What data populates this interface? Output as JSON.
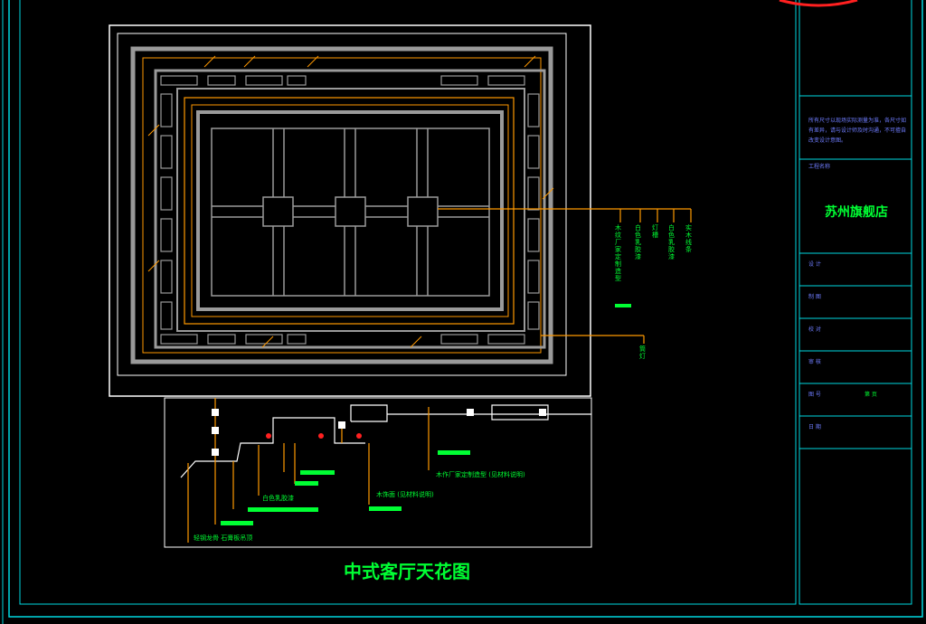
{
  "drawing_title": "中式客厅天花图",
  "title_block": {
    "notes": "所有尺寸以现场实际测量为准，各尺寸如有差异，请与设计师及时沟通，不可擅自改变设计意图。",
    "project_label": "工程名称",
    "project_name": "苏州旗舰店",
    "rows": [
      {
        "label": "设 计",
        "value": ""
      },
      {
        "label": "制 图",
        "value": ""
      },
      {
        "label": "校 对",
        "value": ""
      },
      {
        "label": "审 核",
        "value": ""
      },
      {
        "label": "图 号",
        "value": "第 页"
      },
      {
        "label": "日 期",
        "value": ""
      }
    ]
  },
  "callouts": {
    "vertical_labels": [
      "木纹厂家定制造型",
      "白色乳胶漆",
      "灯槽",
      "白色乳胶漆",
      "实木线条"
    ],
    "right_label": "筒灯",
    "section_labels": [
      "轻钢龙骨 石膏板吊顶",
      "白色乳胶漆",
      "木饰面 (见材料说明)",
      "木作厂家定制造型 (见材料说明)"
    ]
  },
  "colors": {
    "frame": "#00d8e0",
    "line": "#ffffff",
    "accent": "#ff9900",
    "label": "#00ff33",
    "grey": "#9a9a9a"
  }
}
